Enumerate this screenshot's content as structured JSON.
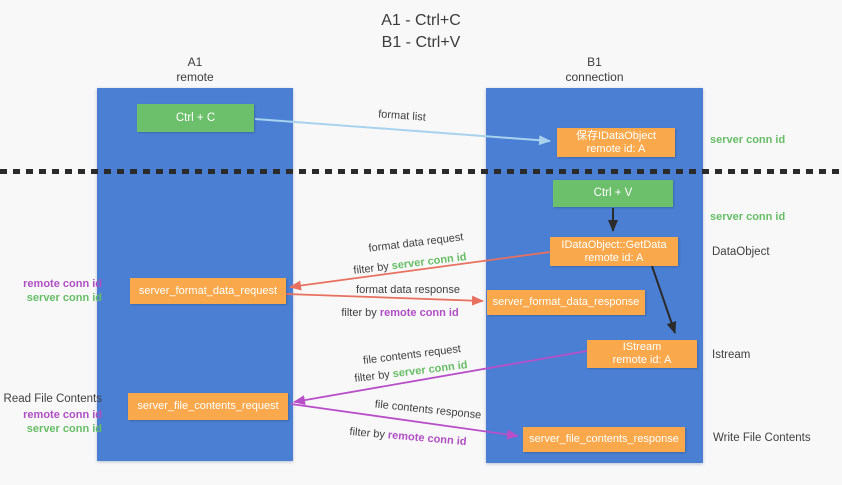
{
  "title": {
    "line1": "A1 - Ctrl+C",
    "line2": "B1 - Ctrl+V"
  },
  "lifelines": {
    "left": {
      "name": "A1",
      "role": "remote"
    },
    "right": {
      "name": "B1",
      "role": "connection"
    }
  },
  "nodes": {
    "ctrl_c": {
      "label": "Ctrl + C"
    },
    "save_idataobject": {
      "line1": "保存IDataObject",
      "line2": "remote id: A"
    },
    "ctrl_v": {
      "label": "Ctrl + V"
    },
    "getdata": {
      "line1": "IDataObject::GetData",
      "line2": "remote id: A"
    },
    "format_request": {
      "label": "server_format_data_request"
    },
    "format_response": {
      "label": "server_format_data_response"
    },
    "istream": {
      "line1": "IStream",
      "line2": "remote id: A"
    },
    "file_request": {
      "label": "server_file_contents_request"
    },
    "file_response": {
      "label": "server_file_contents_response"
    }
  },
  "arrow_labels": {
    "format_list": "format list",
    "format_data_request": "format data request",
    "format_data_response": "format data response",
    "file_contents_request": "file contents request",
    "file_contents_response": "file contents response",
    "filter_by": "filter by "
  },
  "keywords": {
    "server_conn_id": "server conn id",
    "remote_conn_id": "remote conn id"
  },
  "side_labels": {
    "dataobject": "DataObject",
    "istream": "Istream",
    "read_file_contents": "Read File Contents",
    "write_file_contents": "Write File Contents"
  },
  "colors": {
    "lifeline_blue": "#4a7fd3",
    "action_green": "#6cbf6b",
    "message_orange": "#f9a94c",
    "arrow_light_blue": "#a9d2ee",
    "arrow_black": "#2b2b2b",
    "arrow_red": "#e8705f",
    "arrow_purple": "#b84fc8",
    "keyword_green": "#67bd66",
    "keyword_purple": "#b04ec4",
    "text_dark": "#3f3f3f",
    "background": "#f8f8f9"
  }
}
